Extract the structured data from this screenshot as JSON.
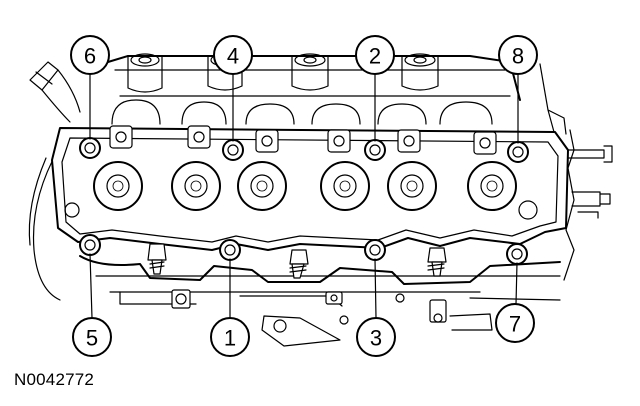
{
  "figure": {
    "code": "N0042772",
    "callouts": [
      {
        "id": "callout-6",
        "label": "6"
      },
      {
        "id": "callout-4",
        "label": "4"
      },
      {
        "id": "callout-2",
        "label": "2"
      },
      {
        "id": "callout-8",
        "label": "8"
      },
      {
        "id": "callout-5",
        "label": "5"
      },
      {
        "id": "callout-1",
        "label": "1"
      },
      {
        "id": "callout-3",
        "label": "3"
      },
      {
        "id": "callout-7",
        "label": "7"
      }
    ]
  }
}
